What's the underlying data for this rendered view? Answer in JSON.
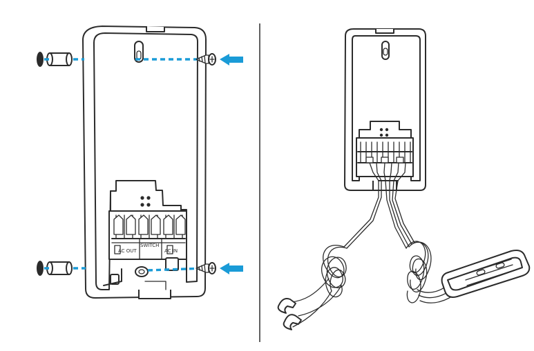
{
  "terminal_labels": {
    "ac_out": "AC OUT",
    "switch": "SWITCH",
    "ac_in": "AC IN"
  },
  "colors": {
    "accent": "#1a9bd7",
    "line": "#2b2b2b",
    "anchor_dark": "#2b2b2b"
  },
  "icons": [
    "wall-anchor-icon",
    "screw-icon",
    "arrow-left-icon",
    "spade-connector-icon",
    "ribbon-connector-icon"
  ]
}
